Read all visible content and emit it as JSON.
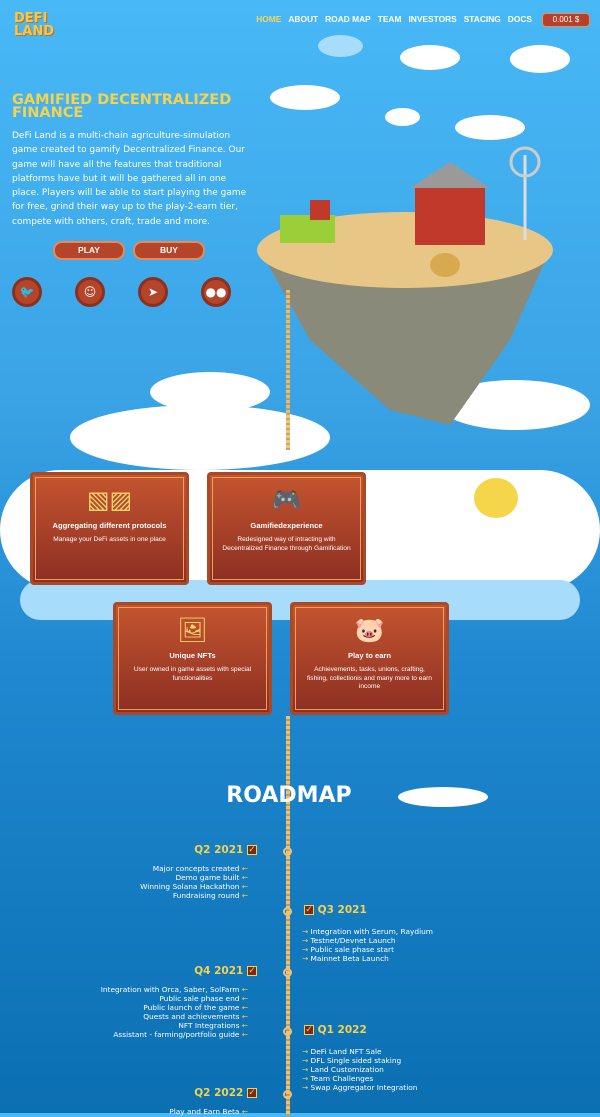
{
  "logo": {
    "text": "DEFI LAND"
  },
  "nav": {
    "items": [
      "HOME",
      "ABOUT",
      "ROAD MAP",
      "TEAM",
      "INVESTORS",
      "STACING",
      "DOCS"
    ],
    "active": "HOME",
    "price": "0.001 $"
  },
  "hero": {
    "title": "GAMIFIED DECENTRALIZED FINANCE",
    "body": "DeFi Land is a multi-chain agriculture-simulation game created to gamify Decentralized Finance. Our game will have all the features that traditional platforms have but it will be gathered all in one place. Players will be able to start playing the game for free, grind their way up to the play-2-earn tier, compete with others, craft, trade and more.",
    "play": "PLAY",
    "buy": "BUY",
    "social": [
      "twitter-icon",
      "discord-icon",
      "telegram-icon",
      "medium-icon"
    ]
  },
  "features": [
    {
      "icon": "crates-icon",
      "title": "Aggregating different protocols",
      "desc": "Manage your DeFi assets in one place"
    },
    {
      "icon": "gamepad-icon",
      "title": "Gamifiedexperience",
      "desc": "Redesigned way of intracting with Decentralized Finance through Gamification"
    },
    {
      "icon": "easel-icon",
      "title": "Unique NFTs",
      "desc": "User owned in game assets with special functionalities"
    },
    {
      "icon": "piggy-bank-icon",
      "title": "Play to earn",
      "desc": "Achievements, tasks, unions, crafting, fishing, collectionis and many more to earn income"
    }
  ],
  "roadmap": {
    "title": "ROADMAP",
    "quarters": [
      {
        "label": "Q2 2021",
        "items": [
          "Major concepts created",
          "Demo game built",
          "Winning Solana Hackathon",
          "Fundraising round"
        ]
      },
      {
        "label": "Q3 2021",
        "items": [
          "Integration with Serum, Raydium",
          "Testnet/Devnet Launch",
          "Public sale phase start",
          "Mainnet Beta Launch"
        ]
      },
      {
        "label": "Q4 2021",
        "items": [
          "Integration with Orca, Saber, SolFarm",
          "Public sale phase end",
          "Public launch of the game",
          "Quests and achievements",
          "NFT Integrations",
          "Assistant - farming/portfolio guide"
        ]
      },
      {
        "label": "Q1 2022",
        "items": [
          "DeFi Land NFT Sale",
          "DFL Single sided staking",
          "Land Customization",
          "Team Challenges",
          "Swap Aggregator Integration"
        ]
      },
      {
        "label": "Q2 2022",
        "items": [
          "Play and Earn Beta"
        ]
      }
    ]
  },
  "colors": {
    "accent": "#f6d24d",
    "wood": "#b4452a",
    "sky": "#48b8f6"
  }
}
